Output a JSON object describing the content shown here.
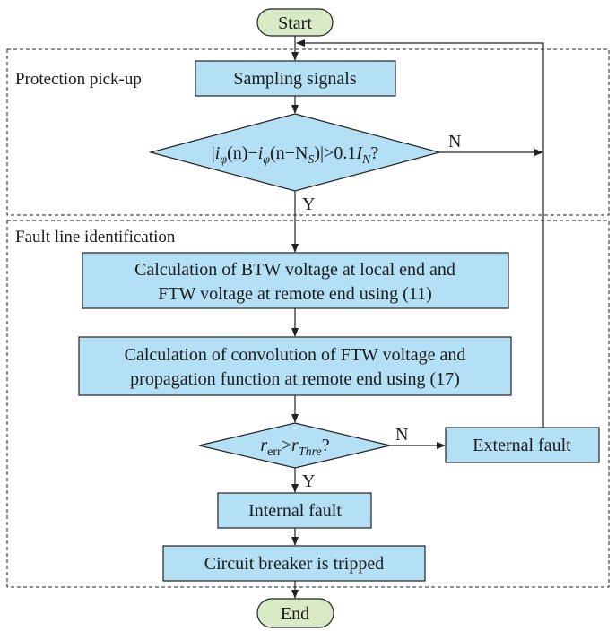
{
  "colors": {
    "process": "#b4e0f6",
    "terminal": "#d9ebc6"
  },
  "start": "Start",
  "end": "End",
  "groups": {
    "pickup": "Protection pick-up",
    "identification": "Fault line identification"
  },
  "steps": {
    "sampling": "Sampling signals",
    "decision1": {
      "abs_open": "|",
      "i1": "i",
      "phi": "φ",
      "n1": "(n)−",
      "i2": "i",
      "phi2": "φ",
      "n2": "(n−N",
      "s": "S",
      "close": ")|>0.1",
      "I": "I",
      "N": "N",
      "q": "?"
    },
    "calc1": [
      "Calculation of BTW voltage at local end and",
      "FTW voltage at remote end using (11)"
    ],
    "calc2": [
      "Calculation of convolution of FTW voltage and",
      "propagation function at remote end using (17)"
    ],
    "decision2": {
      "r1": "r",
      "err": "err",
      "gt": ">",
      "r2": "r",
      "thre": "Thre",
      "q": "?"
    },
    "external": "External fault",
    "internal": "Internal fault",
    "breaker": "Circuit breaker is tripped"
  },
  "branches": {
    "yes": "Y",
    "no": "N"
  }
}
